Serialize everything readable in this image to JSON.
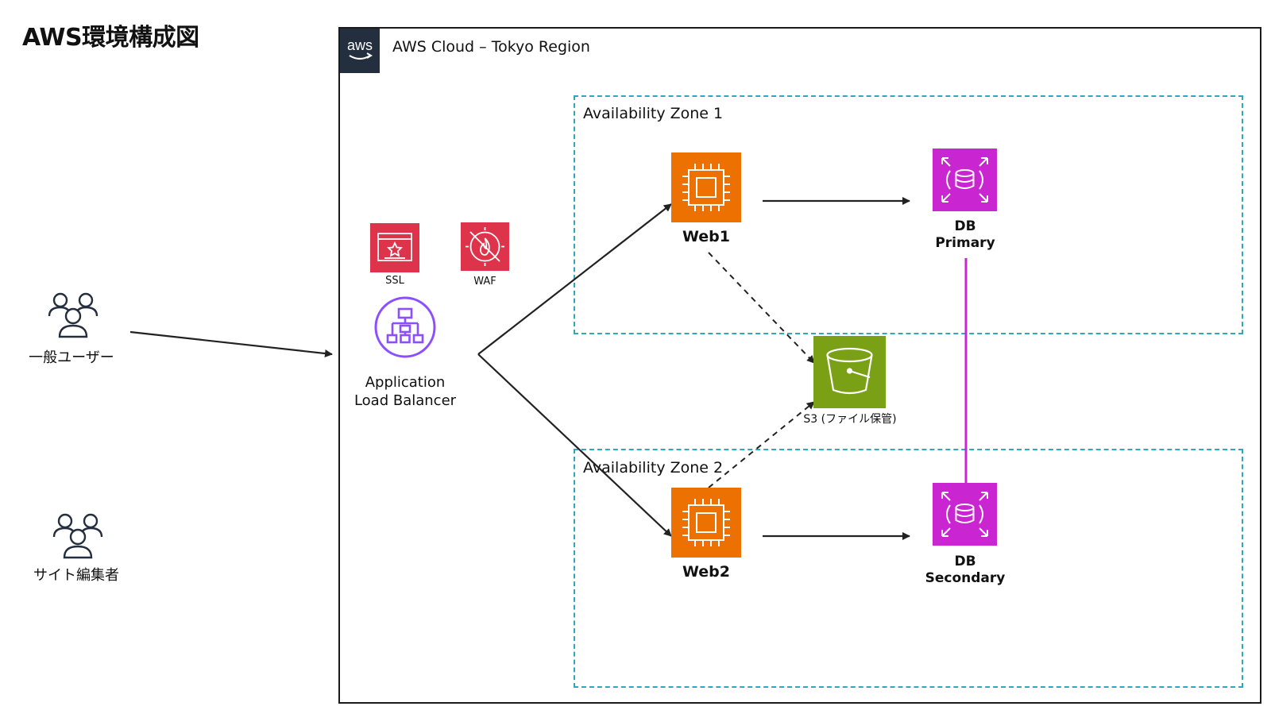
{
  "title": "AWS環境構成図",
  "cloud": {
    "label": "AWS Cloud – Tokyo Region",
    "badge_text": "aws"
  },
  "zones": [
    {
      "label": "Availability Zone 1"
    },
    {
      "label": "Availability Zone 2"
    }
  ],
  "actors": {
    "general_user": {
      "label": "一般ユーザー",
      "icon": "users-icon"
    },
    "site_editor": {
      "label": "サイト編集者",
      "icon": "users-icon"
    }
  },
  "services": {
    "ssl": {
      "label": "SSL",
      "icon": "certificate-icon",
      "color": "#dd344c"
    },
    "waf": {
      "label": "WAF",
      "icon": "firewall-icon",
      "color": "#dd344c"
    },
    "alb": {
      "label_line1": "Application",
      "label_line2": "Load Balancer",
      "icon": "load-balancer-icon",
      "color": "#8c4fff"
    },
    "web1": {
      "label": "Web1",
      "icon": "ec2-instance-icon",
      "color": "#ed7100"
    },
    "web2": {
      "label": "Web2",
      "icon": "ec2-instance-icon",
      "color": "#ed7100"
    },
    "s3": {
      "label": "S3 (ファイル保管)",
      "icon": "s3-bucket-icon",
      "color": "#7aa116"
    },
    "db_primary": {
      "label_line1": "DB",
      "label_line2": "Primary",
      "icon": "rds-database-icon",
      "color": "#c925d1"
    },
    "db_secondary": {
      "label_line1": "DB",
      "label_line2": "Secondary",
      "icon": "rds-database-icon",
      "color": "#c925d1"
    }
  }
}
